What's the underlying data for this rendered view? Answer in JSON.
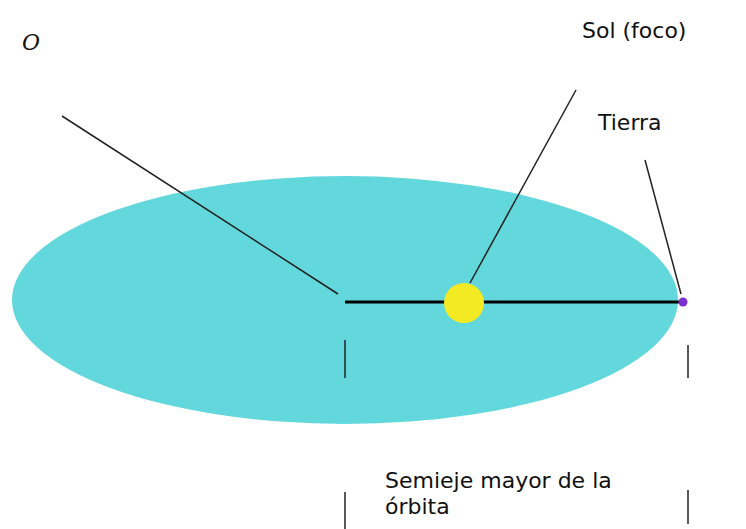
{
  "diagram": {
    "labels": [
      "O",
      "Sol (foco)",
      "Tierra",
      "Semieje mayor de la órbita"
    ]
  }
}
